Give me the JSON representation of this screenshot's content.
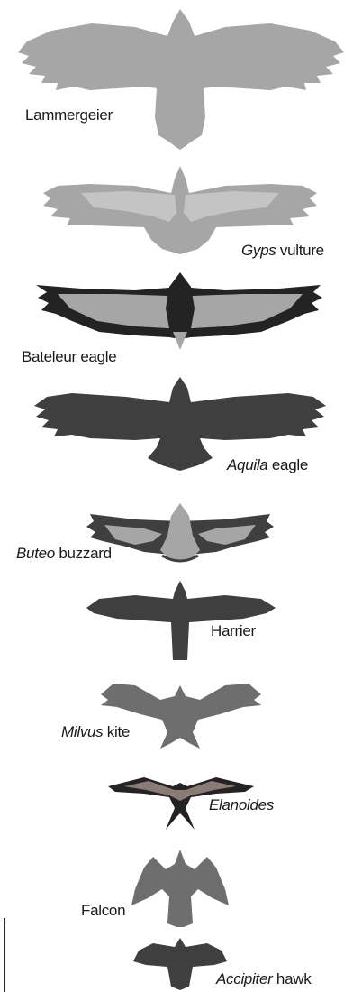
{
  "colors": {
    "light_gray": "#a6a6a6",
    "mid_gray": "#6e6e6e",
    "dark_gray": "#3f3f3f",
    "near_black": "#232323",
    "pale_gray": "#c4c4c4",
    "elanoides_tan": "#8a7b75"
  },
  "birds": [
    {
      "id": "lammergeier",
      "name": "Lammergeier",
      "prefix_italic": "",
      "suffix": ""
    },
    {
      "id": "gyps",
      "name": "",
      "prefix_italic": "Gyps",
      "suffix": " vulture"
    },
    {
      "id": "bateleur",
      "name": "Bateleur eagle",
      "prefix_italic": "",
      "suffix": ""
    },
    {
      "id": "aquila",
      "name": "",
      "prefix_italic": "Aquila",
      "suffix": " eagle"
    },
    {
      "id": "buteo",
      "name": "",
      "prefix_italic": "Buteo",
      "suffix": " buzzard"
    },
    {
      "id": "harrier",
      "name": "Harrier",
      "prefix_italic": "",
      "suffix": ""
    },
    {
      "id": "milvus",
      "name": "",
      "prefix_italic": "Milvus",
      "suffix": " kite"
    },
    {
      "id": "elanoides",
      "name": "",
      "prefix_italic": "Elanoides",
      "suffix": ""
    },
    {
      "id": "falcon",
      "name": "Falcon",
      "prefix_italic": "",
      "suffix": ""
    },
    {
      "id": "accipiter",
      "name": "",
      "prefix_italic": "Accipiter",
      "suffix": " hawk"
    }
  ]
}
